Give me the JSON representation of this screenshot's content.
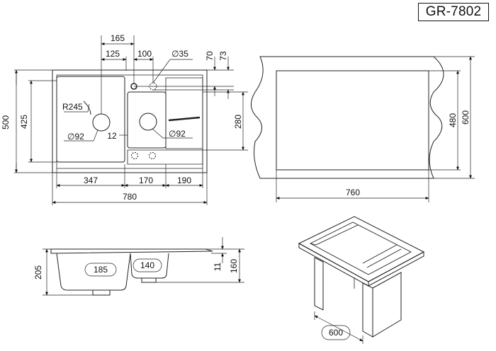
{
  "model": "GR-7802",
  "top_view": {
    "width_total": "780",
    "height_total": "500",
    "height_inner": "425",
    "bowl_offset_1": "165",
    "bowl_offset_2": "125",
    "tap_offset": "100",
    "tap_hole": "∅35",
    "top_offset_a": "70",
    "top_offset_b": "73",
    "radius": "R245",
    "drain_left": "∅92",
    "drain_right": "∅92",
    "gap": "12",
    "drainer_height": "280",
    "seg_left": "347",
    "seg_middle": "170",
    "seg_right": "190"
  },
  "cabinet_view": {
    "width": "760",
    "depth_inner": "480",
    "depth_outer": "600"
  },
  "side_view": {
    "bowl_left": "185",
    "bowl_right": "140",
    "depth_left": "205",
    "rim": "11",
    "depth_right": "160"
  },
  "iso_view": {
    "cabinet_width": "600"
  }
}
